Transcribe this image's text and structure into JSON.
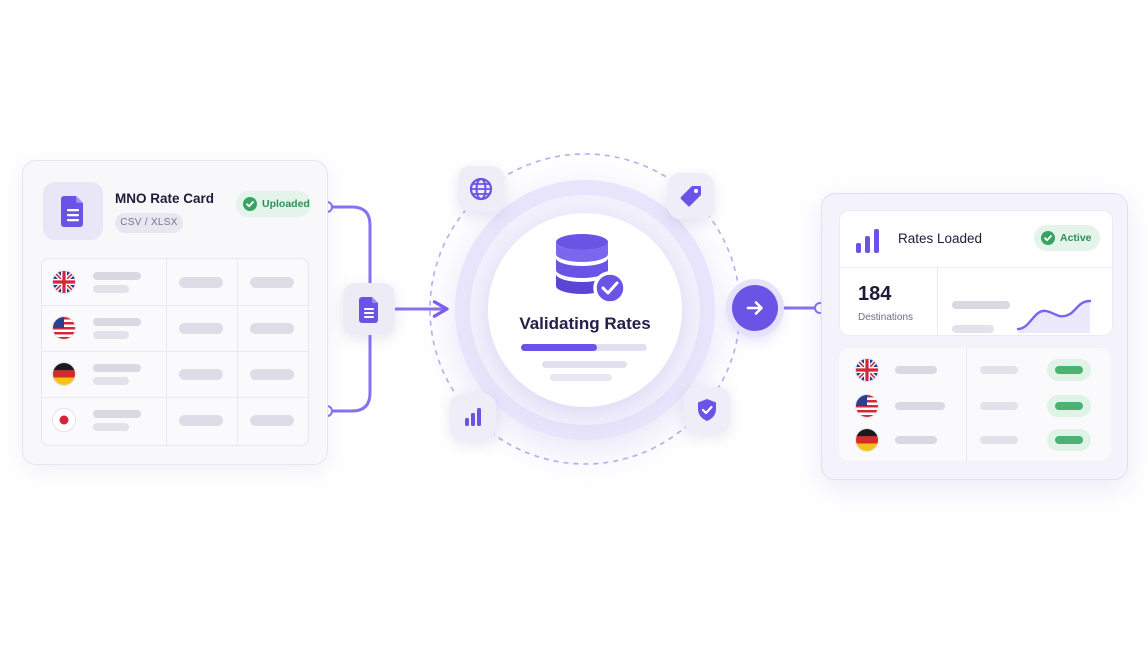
{
  "source_card": {
    "title": "MNO Rate Card",
    "format": "CSV / XLSX",
    "status": "Uploaded",
    "rows": [
      {
        "country": "United Kingdom",
        "flag_icon": "uk-flag-icon"
      },
      {
        "country": "United States",
        "flag_icon": "us-flag-icon"
      },
      {
        "country": "Germany",
        "flag_icon": "germany-flag-icon"
      },
      {
        "country": "Japan",
        "flag_icon": "japan-flag-icon"
      }
    ]
  },
  "process": {
    "title": "Validating Rates",
    "progress": 0.6,
    "icons": [
      "globe-icon",
      "tag-icon",
      "bar-chart-icon",
      "shield-check-icon",
      "database-check-icon"
    ]
  },
  "result_card": {
    "title": "Rates Loaded",
    "status": "Active",
    "stat_value": "184",
    "stat_label": "Destinations",
    "rows": [
      {
        "country": "United Kingdom",
        "flag_icon": "uk-flag-icon"
      },
      {
        "country": "United States",
        "flag_icon": "us-flag-icon"
      },
      {
        "country": "Germany",
        "flag_icon": "germany-flag-icon"
      }
    ]
  },
  "colors": {
    "accent": "#6a54e6",
    "success": "#37a466",
    "success_bg": "#e4f4ea",
    "card_bg": "#f8f8fb"
  }
}
